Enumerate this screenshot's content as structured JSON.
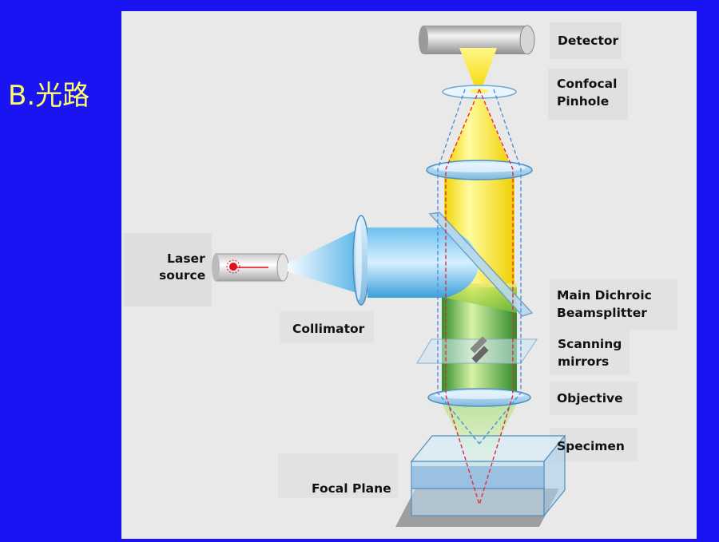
{
  "slide": {
    "title": "B.光路"
  },
  "labels": {
    "detector": "Detector",
    "confocal_line1": "Confocal",
    "confocal_line2": "Pinhole",
    "laser_line1": "Laser",
    "laser_line2": "source",
    "collimator": "Collimator",
    "dichroic_line1": "Main Dichroic",
    "dichroic_line2": "Beamsplitter",
    "scanning_line1": "Scanning",
    "scanning_line2": "mirrors",
    "objective": "Objective",
    "specimen": "Specimen",
    "focal_plane": "Focal Plane"
  },
  "colors": {
    "slide_background": "#1a14f2",
    "title": "#ffff66",
    "panel": "#e9e9e9",
    "emission_beam": "#ffee22",
    "excitation_beam": "#2f9be0",
    "mixed_beam": "#3fae3a",
    "focus_ray": "#e8283c",
    "offfocus_ray": "#4a90e0",
    "laser_dot": "#e01020"
  }
}
